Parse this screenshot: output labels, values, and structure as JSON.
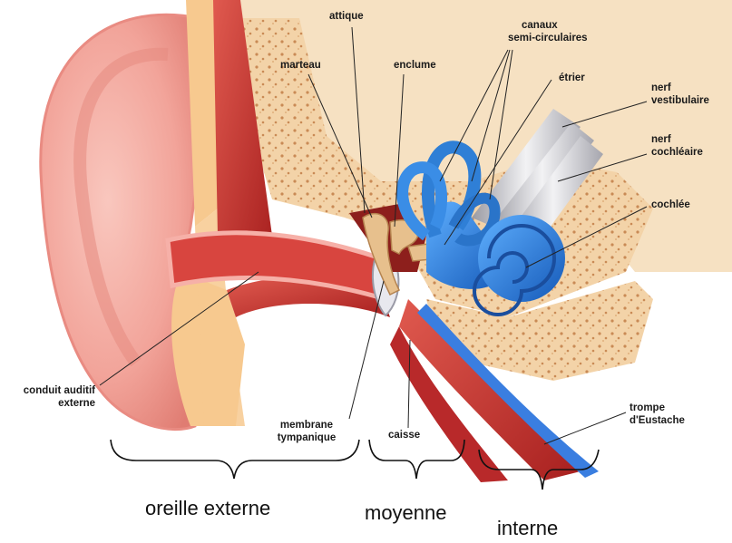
{
  "labels": {
    "attique": "attique",
    "marteau": "marteau",
    "enclume": "enclume",
    "canaux_1": "canaux",
    "canaux_2": "semi-circulaires",
    "etrier": "étrier",
    "nerf_vest_1": "nerf",
    "nerf_vest_2": "vestibulaire",
    "nerf_coch_1": "nerf",
    "nerf_coch_2": "cochléaire",
    "cochlee": "cochlée",
    "conduit_1": "conduit auditif",
    "conduit_2": "externe",
    "membrane_1": "membrane",
    "membrane_2": "tympanique",
    "caisse": "caisse",
    "trompe_1": "trompe",
    "trompe_2": "d'Eustache"
  },
  "regions": {
    "externe": "oreille externe",
    "moyenne": "moyenne",
    "interne": "interne"
  },
  "colors": {
    "skin": "#f2a49a",
    "bone": "#f3d3a8",
    "flesh": "#c9342f",
    "labyrinth": "#2f7fd6",
    "nerve": "#cfcfd4"
  }
}
